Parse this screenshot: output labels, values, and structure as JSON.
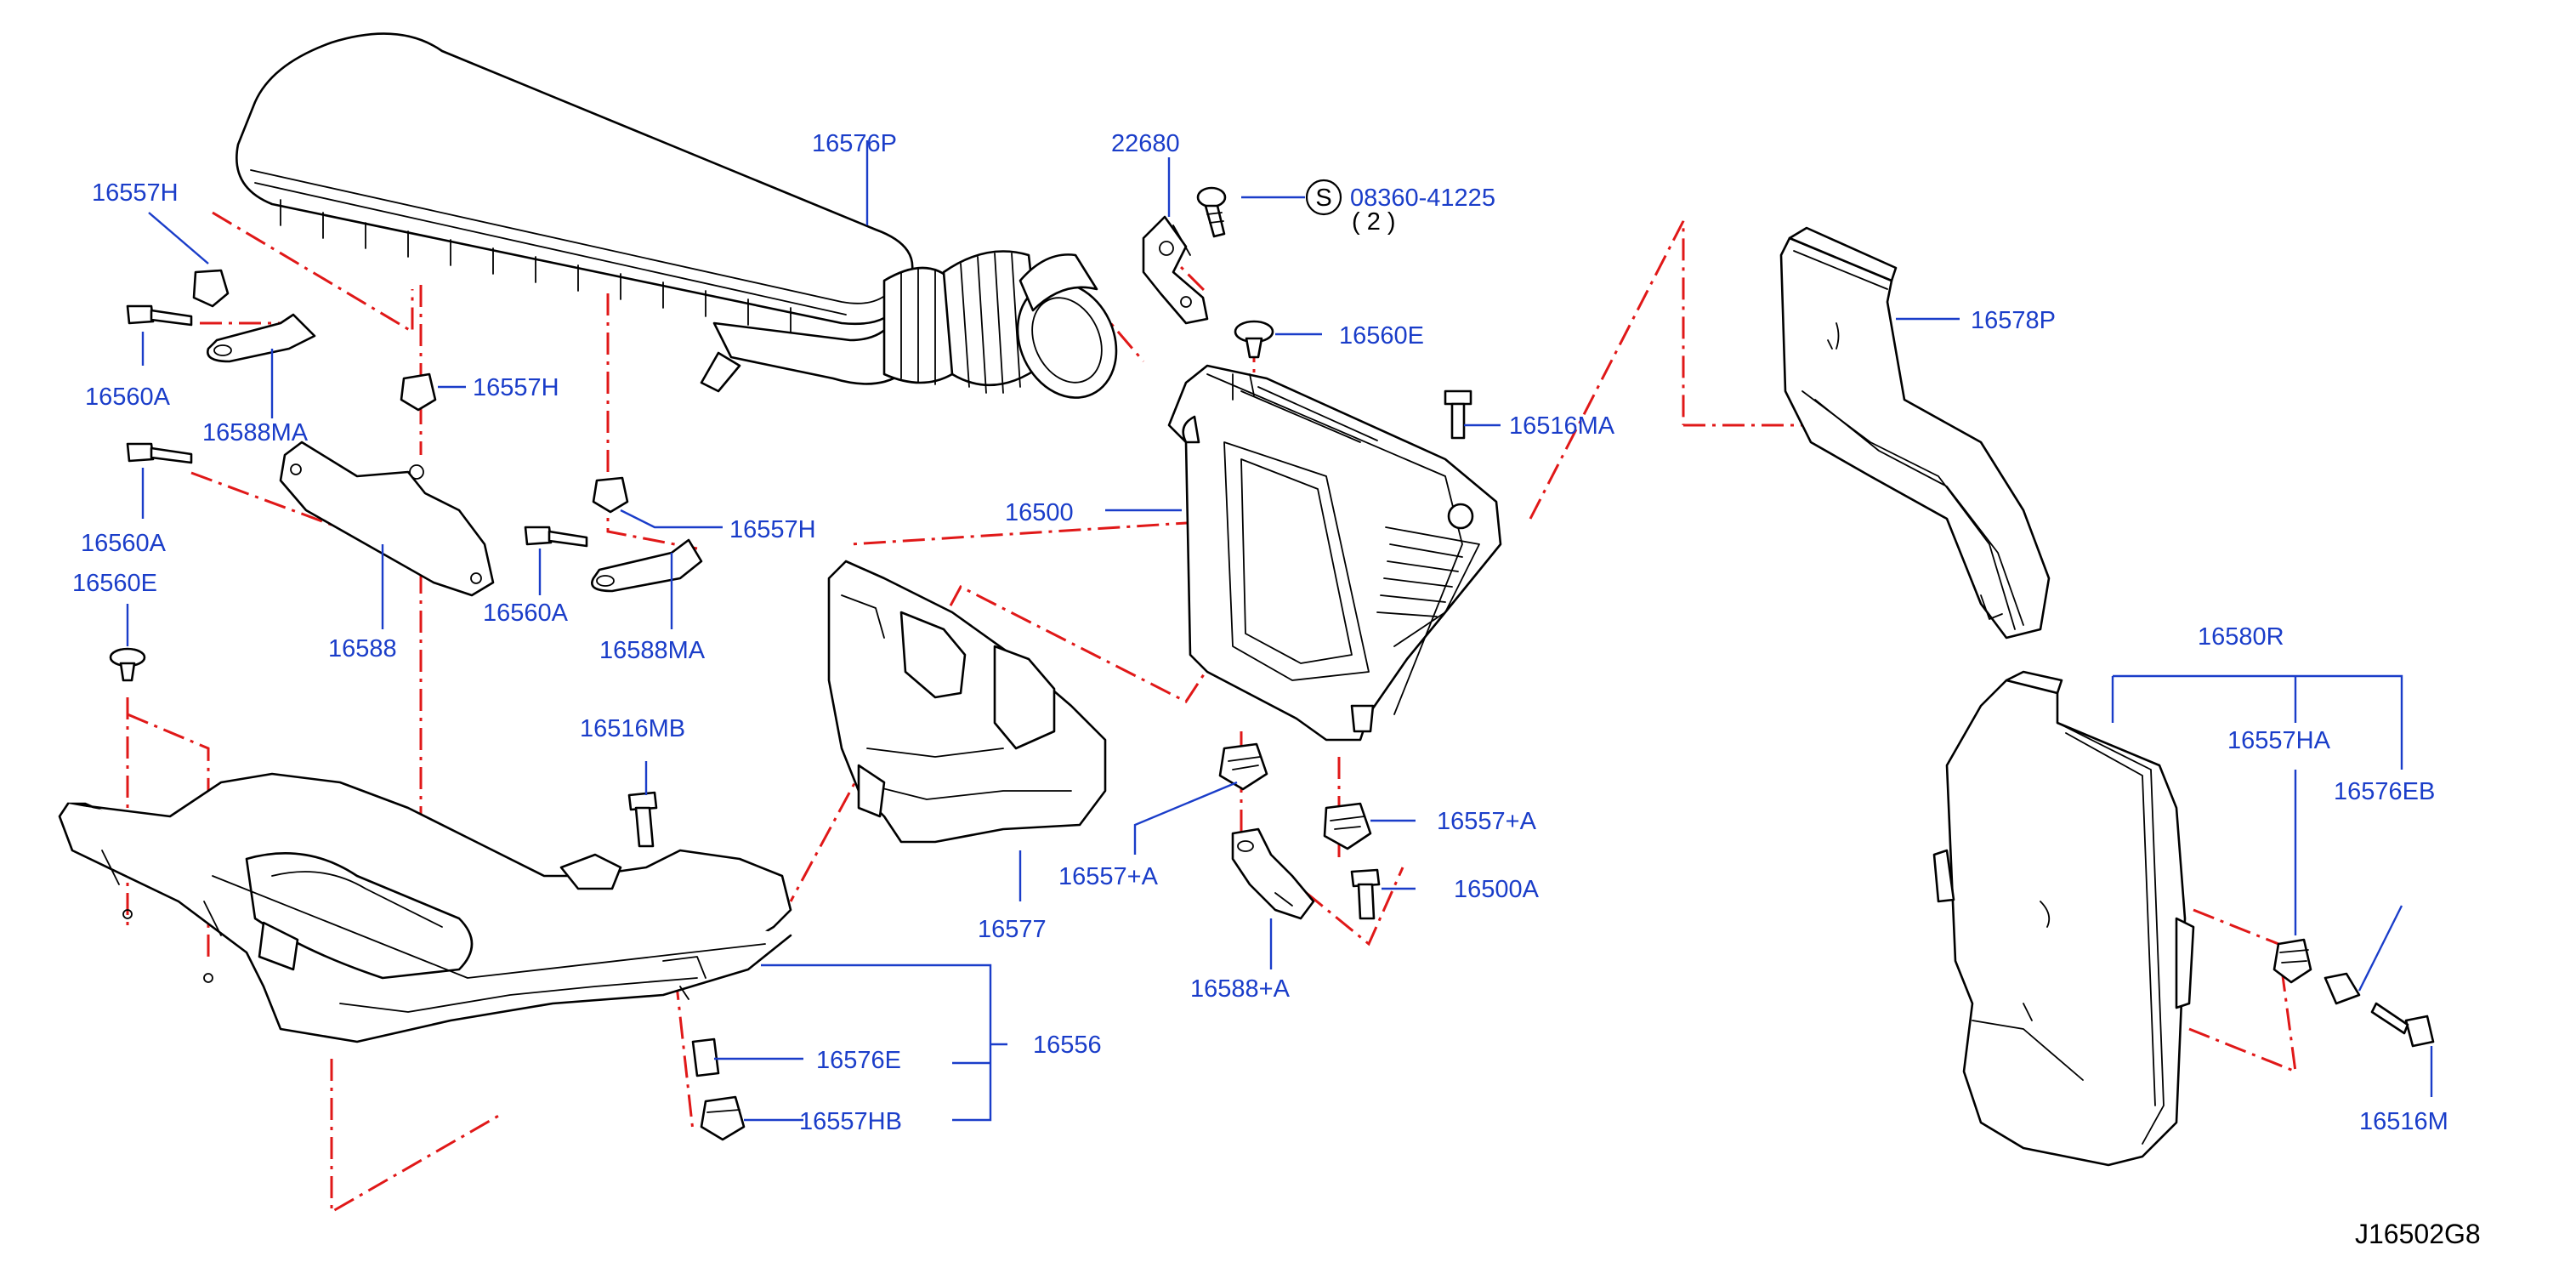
{
  "colors": {
    "label": "#1a3dc9",
    "leader": "#1a3dc9",
    "assembly_line": "#e01818",
    "part_outline": "#000000"
  },
  "labels": {
    "p16557H_a": "16557H",
    "p16576P": "16576P",
    "p22680": "22680",
    "p08360": "08360-41225",
    "p08360_qty": "( 2 )",
    "s_symbol": "S",
    "p16560E_a": "16560E",
    "p16578P": "16578P",
    "p16560A_a": "16560A",
    "p16557H_b": "16557H",
    "p16516MA": "16516MA",
    "p16588MA_a": "16588MA",
    "p16500": "16500",
    "p16557H_c": "16557H",
    "p16560A_b": "16560A",
    "p16560A_c": "16560A",
    "p16588": "16588",
    "p16588MA_b": "16588MA",
    "p16560E_b": "16560E",
    "p16580R": "16580R",
    "p16516MB": "16516MB",
    "p16557HA": "16557HA",
    "p16576EB": "16576EB",
    "p16557A_a": "16557+A",
    "p16557A_b": "16557+A",
    "p16500A": "16500A",
    "p16577": "16577",
    "p16556": "16556",
    "p16576E": "16576E",
    "p16588A": "16588+A",
    "p16557HB": "16557HB",
    "p16516M": "16516M",
    "diagram_ref": "J16502G8"
  }
}
